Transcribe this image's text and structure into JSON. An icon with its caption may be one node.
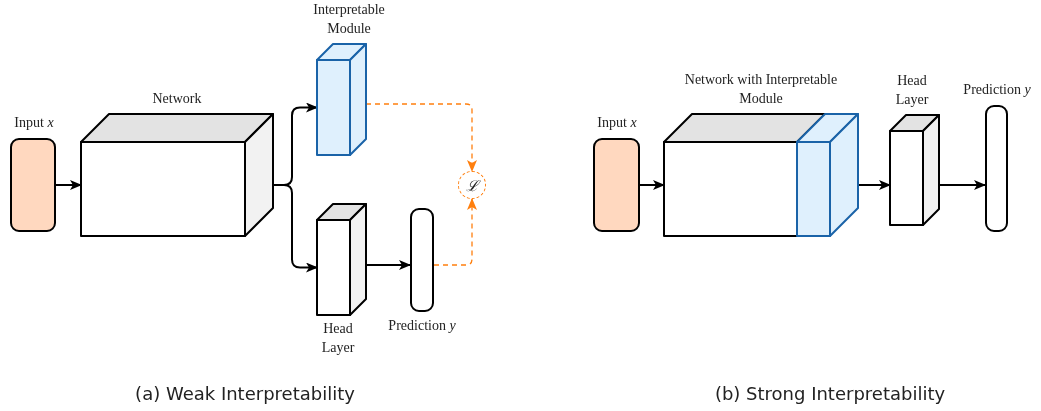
{
  "diagram": {
    "nodes": [
      {
        "text": [
          "Input *x*"
        ]
      },
      {
        "text": [
          "Network"
        ]
      },
      {
        "text": [
          "Interpretable Module"
        ]
      },
      {
        "text": [
          "Head Layer"
        ]
      },
      {
        "text": [
          "Prediction *y*"
        ]
      },
      {
        "text": [
          "ℒ"
        ]
      },
      {
        "text": [
          "Input *x*"
        ]
      },
      {
        "text": [
          "Network with Interpretable Module"
        ]
      },
      {
        "text": [
          "Head Layer"
        ]
      },
      {
        "text": [
          "Prediction *y*"
        ]
      }
    ],
    "edges": [
      {
        "from": 0,
        "to": 1,
        "arrow": "to"
      },
      {
        "from": 1,
        "to": 2,
        "arrow": "to"
      },
      {
        "from": 1,
        "to": 3,
        "arrow": "to"
      },
      {
        "from": 3,
        "to": 4,
        "arrow": "to"
      },
      {
        "from": 2,
        "to": 5,
        "arrow": "to",
        "style": "dashed",
        "color": "#ff7f0e"
      },
      {
        "from": 4,
        "to": 5,
        "arrow": "to",
        "style": "dashed",
        "color": "#ff7f0e"
      },
      {
        "from": 6,
        "to": 7,
        "arrow": "to"
      },
      {
        "from": 7,
        "to": 8,
        "arrow": "to"
      },
      {
        "from": 8,
        "to": 9,
        "arrow": "to"
      }
    ],
    "labels": [
      "(a) Weak Interpretability",
      "(b) Strong Interpretability"
    ]
  }
}
